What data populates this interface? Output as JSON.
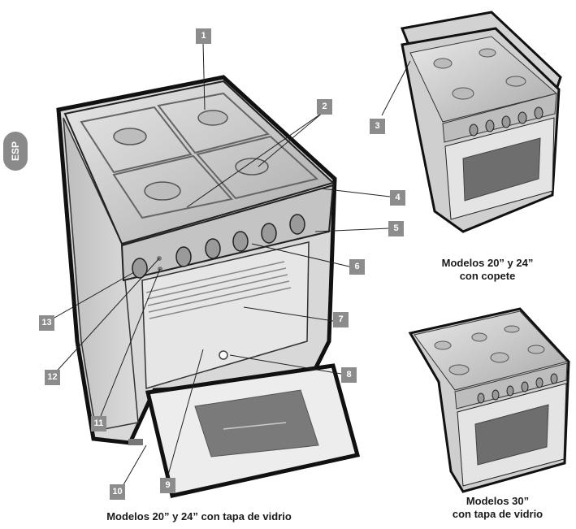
{
  "language_badge": "ESP",
  "callouts": [
    "1",
    "2",
    "3",
    "4",
    "5",
    "6",
    "7",
    "8",
    "9",
    "10",
    "11",
    "12",
    "13"
  ],
  "captions": {
    "main": "Modelos 20” y 24” con tapa de vidrio",
    "top_right_line1": "Modelos 20” y 24”",
    "top_right_line2": "con copete",
    "bottom_right_line1": "Modelos 30”",
    "bottom_right_line2": "con tapa de vidrio"
  }
}
